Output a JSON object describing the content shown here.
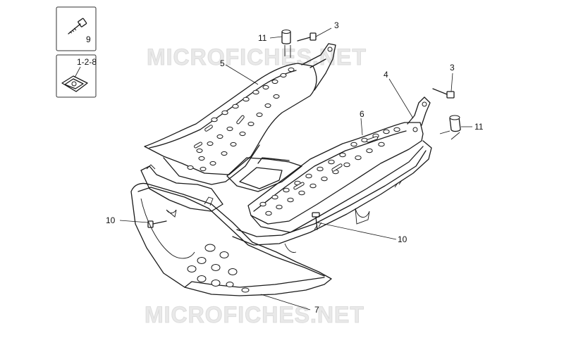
{
  "watermark": "MICROFICHES.NET",
  "legend": {
    "screw_label": "9",
    "clip_label": "1-2-8"
  },
  "callouts": {
    "c3_left": "3",
    "c3_right": "3",
    "c4": "4",
    "c5": "5",
    "c6": "6",
    "c7": "7",
    "c10_left": "10",
    "c10_right": "10",
    "c11_left": "11",
    "c11_right": "11"
  }
}
